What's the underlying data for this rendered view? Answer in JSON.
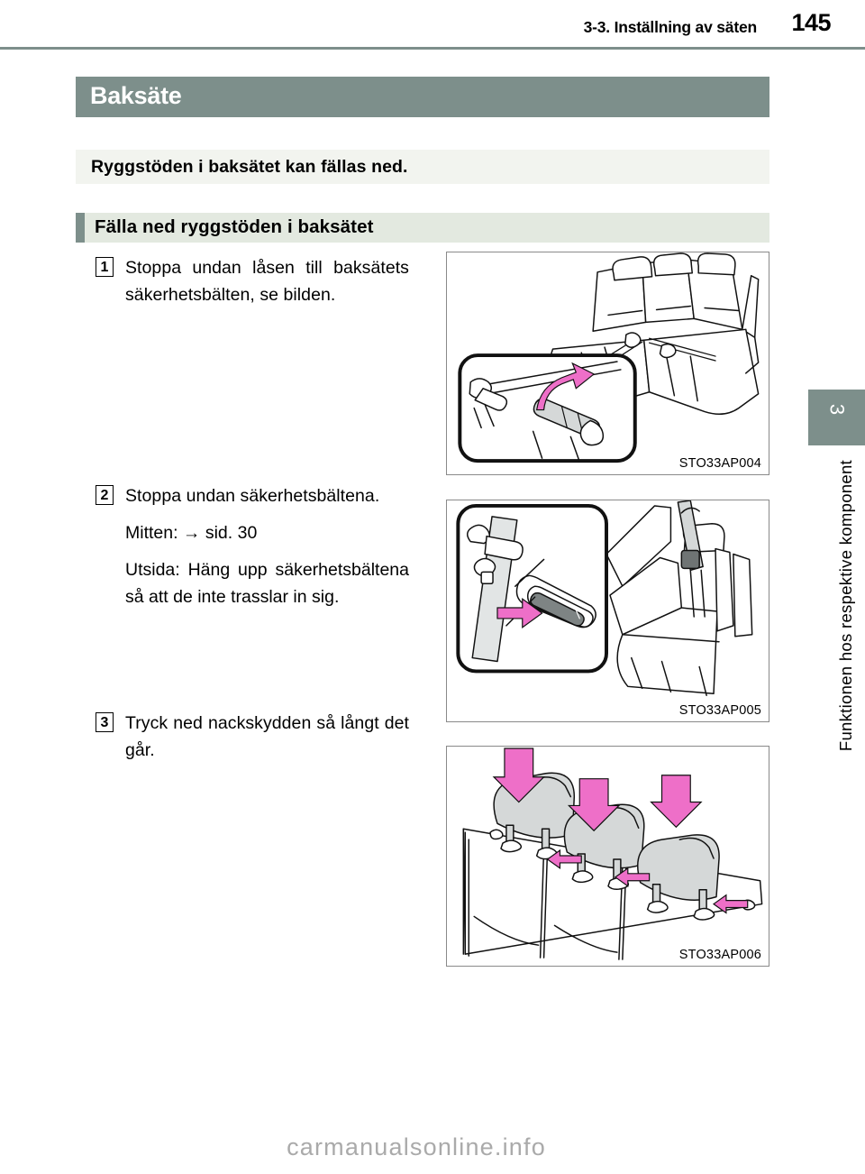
{
  "header": {
    "section_title": "3-3. Inställning av säten",
    "page_number": "145"
  },
  "sidebar": {
    "chapter_number": "3",
    "chapter_label": "Funktionen hos respektive komponent",
    "accent_color": "#7d8f8b"
  },
  "document": {
    "title": "Baksäte",
    "title_bar_color": "#7d8f8b",
    "intro": "Ryggstöden i baksätet kan fällas ned.",
    "intro_box_color": "#f2f4ef",
    "section_heading": "Fälla ned ryggstöden i baksätet",
    "section_heading_color": "#e3e9e0"
  },
  "steps": [
    {
      "number": "1",
      "text": "Stoppa undan låsen till baksätets säkerhetsbälten, se bilden.",
      "sub": []
    },
    {
      "number": "2",
      "text": "Stoppa undan säkerhetsbältena.",
      "sub": [
        "Mitten: → sid. 30",
        "Utsida: Häng upp säkerhetsbältena så att de inte trasslar in sig."
      ]
    },
    {
      "number": "3",
      "text": "Tryck ned nackskydden så långt det går.",
      "sub": []
    }
  ],
  "figures": [
    {
      "code": "STO33AP004",
      "caption": "rear-seat-belt-buckles-stowed"
    },
    {
      "code": "STO33AP005",
      "caption": "seat-belt-stowage-slot-detail"
    },
    {
      "code": "STO33AP006",
      "caption": "head-restraints-pushed-down"
    }
  ],
  "footer": {
    "watermark": "carmanualsonline.info"
  },
  "colors": {
    "accent": "#7d8f8b",
    "arrow_pink": "#ee6fc8",
    "art_fill": "#d5d8d8"
  }
}
